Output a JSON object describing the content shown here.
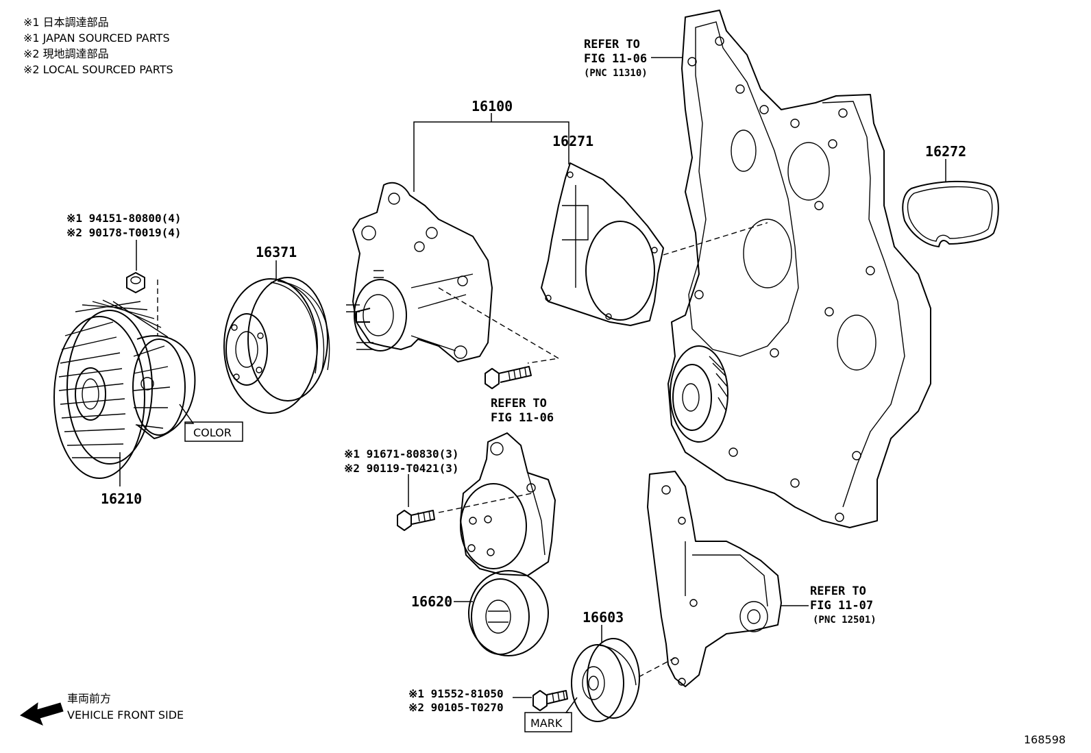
{
  "notes": [
    "※1 日本調達部品",
    "※1 JAPAN SOURCED PARTS",
    "※2 現地調達部品",
    "※2 LOCAL SOURCED PARTS"
  ],
  "parts": {
    "p16100": "16100",
    "p16271": "16271",
    "p16272": "16272",
    "p16371": "16371",
    "p16210": "16210",
    "p16620": "16620",
    "p16603": "16603"
  },
  "fasteners": {
    "nut_1": "※1 94151-80800(4)",
    "nut_2": "※2 90178-T0019(4)",
    "bolt_a_1": "※1 91671-80830(3)",
    "bolt_a_2": "※2 90119-T0421(3)",
    "bolt_b_1": "※1 91552-81050",
    "bolt_b_2": "※2 90105-T0270"
  },
  "references": {
    "top_1": "REFER TO",
    "top_2": "FIG 11-06",
    "top_3": "(PNC 11310)",
    "mid_1": "REFER TO",
    "mid_2": "FIG 11-06",
    "bottom_1": "REFER TO",
    "bottom_2": "FIG 11-07",
    "bottom_3": "(PNC 12501)"
  },
  "boxes": {
    "color": "COLOR",
    "mark": "MARK"
  },
  "direction": {
    "jp": "車両前方",
    "en": "VEHICLE FRONT SIDE"
  },
  "figure_id": "168598"
}
